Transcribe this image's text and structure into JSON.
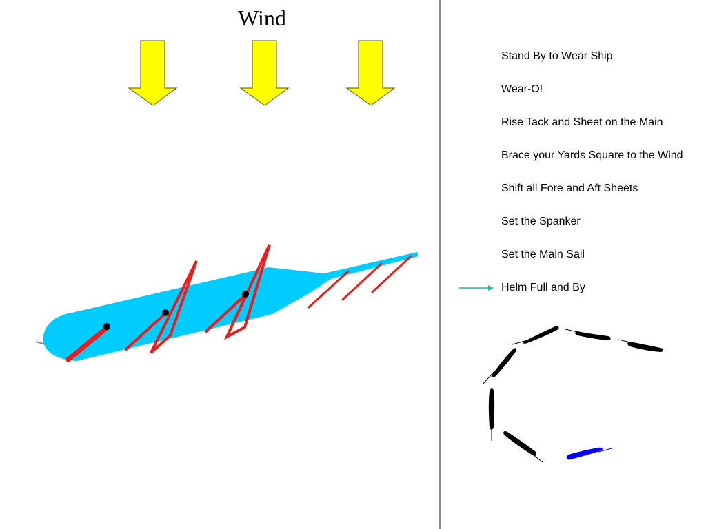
{
  "title": "Wind",
  "steps": [
    "Stand By to Wear Ship",
    "Wear-O!",
    "Rise Tack and Sheet on the Main",
    "Brace your Yards Square to the Wind",
    "Shift all Fore and Aft Sheets",
    "Set the Spanker",
    "Set the Main Sail",
    "Helm Full and By"
  ],
  "current_step": 8,
  "colors": {
    "wind_arrow": "#ffff00",
    "hull": "#00ccff",
    "yards": "#ee1c1c",
    "step_pointer": "#1abc9c",
    "sequence_ship": "#000000",
    "sequence_current": "#0000ff",
    "divider": "#888888"
  },
  "icons": {
    "wind_arrows": "down-arrow-icon",
    "pointer": "right-arrow-icon",
    "ship_sequence": "ship-silhouette-icon"
  }
}
